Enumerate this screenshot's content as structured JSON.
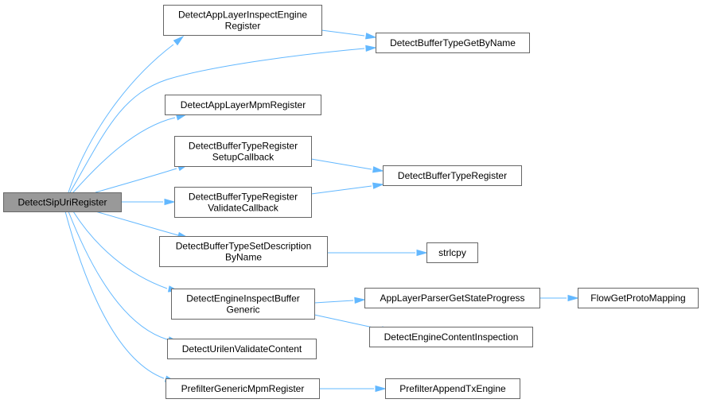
{
  "graph": {
    "nodes": [
      {
        "id": "root",
        "lines": [
          "DetectSipUriRegister"
        ],
        "highlight": true
      },
      {
        "id": "n_alie",
        "lines": [
          "DetectAppLayerInspectEngine",
          "Register"
        ]
      },
      {
        "id": "n_bgbn",
        "lines": [
          "DetectBufferTypeGetByName"
        ]
      },
      {
        "id": "n_almr",
        "lines": [
          "DetectAppLayerMpmRegister"
        ]
      },
      {
        "id": "n_btrs",
        "lines": [
          "DetectBufferTypeRegister",
          "SetupCallback"
        ]
      },
      {
        "id": "n_btr",
        "lines": [
          "DetectBufferTypeRegister"
        ]
      },
      {
        "id": "n_btrv",
        "lines": [
          "DetectBufferTypeRegister",
          "ValidateCallback"
        ]
      },
      {
        "id": "n_btsd",
        "lines": [
          "DetectBufferTypeSetDescription",
          "ByName"
        ]
      },
      {
        "id": "n_strlcpy",
        "lines": [
          "strlcpy"
        ]
      },
      {
        "id": "n_eibg",
        "lines": [
          "DetectEngineInspectBuffer",
          "Generic"
        ]
      },
      {
        "id": "n_alpg",
        "lines": [
          "AppLayerParserGetStateProgress"
        ]
      },
      {
        "id": "n_fgpm",
        "lines": [
          "FlowGetProtoMapping"
        ]
      },
      {
        "id": "n_deci",
        "lines": [
          "DetectEngineContentInspection"
        ]
      },
      {
        "id": "n_duvc",
        "lines": [
          "DetectUrilenValidateContent"
        ]
      },
      {
        "id": "n_pgmr",
        "lines": [
          "PrefilterGenericMpmRegister"
        ]
      },
      {
        "id": "n_pate",
        "lines": [
          "PrefilterAppendTxEngine"
        ]
      }
    ],
    "edges": [
      {
        "from": "root",
        "to": "n_alie"
      },
      {
        "from": "root",
        "to": "n_bgbn"
      },
      {
        "from": "root",
        "to": "n_almr"
      },
      {
        "from": "root",
        "to": "n_btrs"
      },
      {
        "from": "root",
        "to": "n_btrv"
      },
      {
        "from": "root",
        "to": "n_btsd"
      },
      {
        "from": "root",
        "to": "n_eibg"
      },
      {
        "from": "root",
        "to": "n_duvc"
      },
      {
        "from": "root",
        "to": "n_pgmr"
      },
      {
        "from": "n_alie",
        "to": "n_bgbn"
      },
      {
        "from": "n_btrs",
        "to": "n_btr"
      },
      {
        "from": "n_btrv",
        "to": "n_btr"
      },
      {
        "from": "n_btsd",
        "to": "n_strlcpy"
      },
      {
        "from": "n_eibg",
        "to": "n_alpg"
      },
      {
        "from": "n_eibg",
        "to": "n_deci"
      },
      {
        "from": "n_alpg",
        "to": "n_fgpm"
      },
      {
        "from": "n_pgmr",
        "to": "n_pate"
      }
    ],
    "colors": {
      "edge": "#63b8ff",
      "node_border": "#666666",
      "node_fill": "#ffffff",
      "root_fill": "#999999"
    }
  }
}
